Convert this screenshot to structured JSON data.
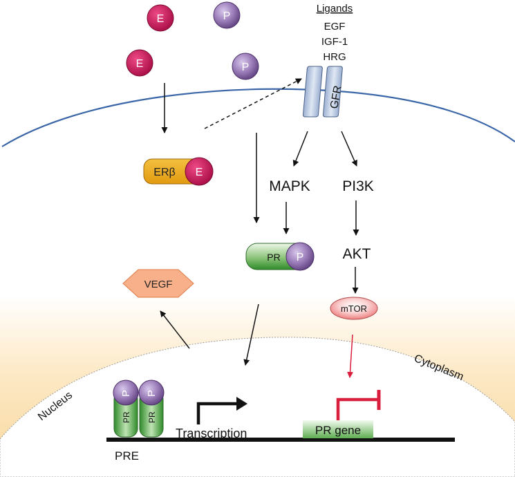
{
  "ligands": {
    "header": "Ligands",
    "items": [
      "EGF",
      "IGF-1",
      "HRG"
    ]
  },
  "labels": {
    "estrogen": "E",
    "progesterone": "P",
    "gfr": "GFR",
    "er_beta": "ERβ",
    "pr": "PR",
    "mapk": "MAPK",
    "pi3k": "PI3K",
    "akt": "AKT",
    "mtor": "mTOR",
    "vegf": "VEGF",
    "cytoplasm": "Cytoplasm",
    "nucleus": "Nucleus",
    "transcription": "Transcription",
    "pre": "PRE",
    "pr_gene": "PR gene"
  },
  "colors": {
    "estrogen": "#c8195a",
    "progesterone": "#8a6aa8",
    "membrane": "#3a66a8",
    "er_beta": "#f0a818",
    "pr_green": "#3f9a3a",
    "vegf": "#f6a47a",
    "mtor": "#f08080",
    "inhibition": "#d81e3c",
    "cytoplasm_glow": "#fce2b0"
  }
}
